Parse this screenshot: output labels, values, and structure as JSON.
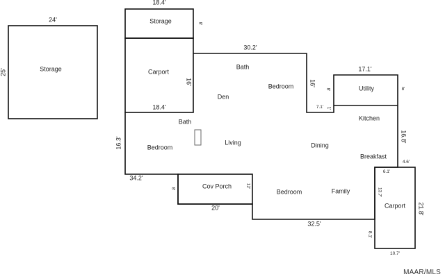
{
  "rooms": {
    "storage_detached": "Storage",
    "storage_top": "Storage",
    "carport_left": "Carport",
    "bath_upper": "Bath",
    "bedroom_upper": "Bedroom",
    "den": "Den",
    "utility": "Utility",
    "kitchen": "Kitchen",
    "bath_lower": "Bath",
    "living": "Living",
    "bedroom_left": "Bedroom",
    "dining": "Dining",
    "breakfast": "Breakfast",
    "cov_porch": "Cov Porch",
    "bedroom_lower": "Bedroom",
    "family": "Family",
    "carport_right": "Carport"
  },
  "dimensions": {
    "storage_width": "24'",
    "storage_depth": "25'",
    "top_storage_width": "18.4'",
    "top_storage_depth": "8'",
    "carport_width": "18.4'",
    "carport_depth": "16'",
    "top_run": "30.2'",
    "bedroom_step": "16'",
    "bedroom_step_small": "8'",
    "notch_width": "7.1'",
    "notch_depth": "1'",
    "utility_width": "17.1'",
    "utility_depth": "8'",
    "right_run": "16.8'",
    "breakfast_offset": "4.6'",
    "left_run": "16.3'",
    "bottom_left": "34.2'",
    "porch_depth": "8'",
    "porch_depth_right": "12'",
    "porch_width": "20'",
    "bottom_run": "32.5'",
    "carport_top": "6.1'",
    "carport_inner": "13.7'",
    "carport_side": "21.8'",
    "carport_lower": "8.1'",
    "carport_bottom": "10.7'"
  },
  "watermark": "MAAR/MLS"
}
